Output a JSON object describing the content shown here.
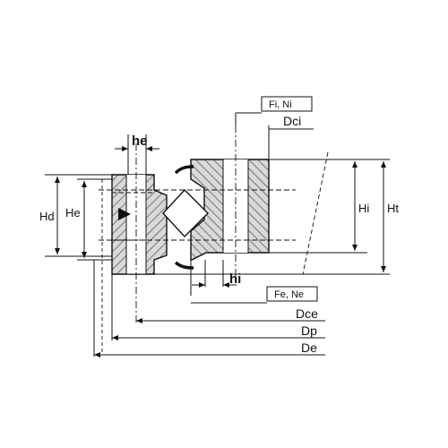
{
  "labels": {
    "he": "he",
    "hi": "hi",
    "Hd": "Hd",
    "He": "He",
    "Hi": "Hi",
    "Ht": "Ht",
    "Dci": "Dci",
    "Dce": "Dce",
    "Dp": "Dp",
    "De": "De",
    "fi_ni": "Fi, Ni",
    "fe_ne": "Fe, Ne"
  }
}
